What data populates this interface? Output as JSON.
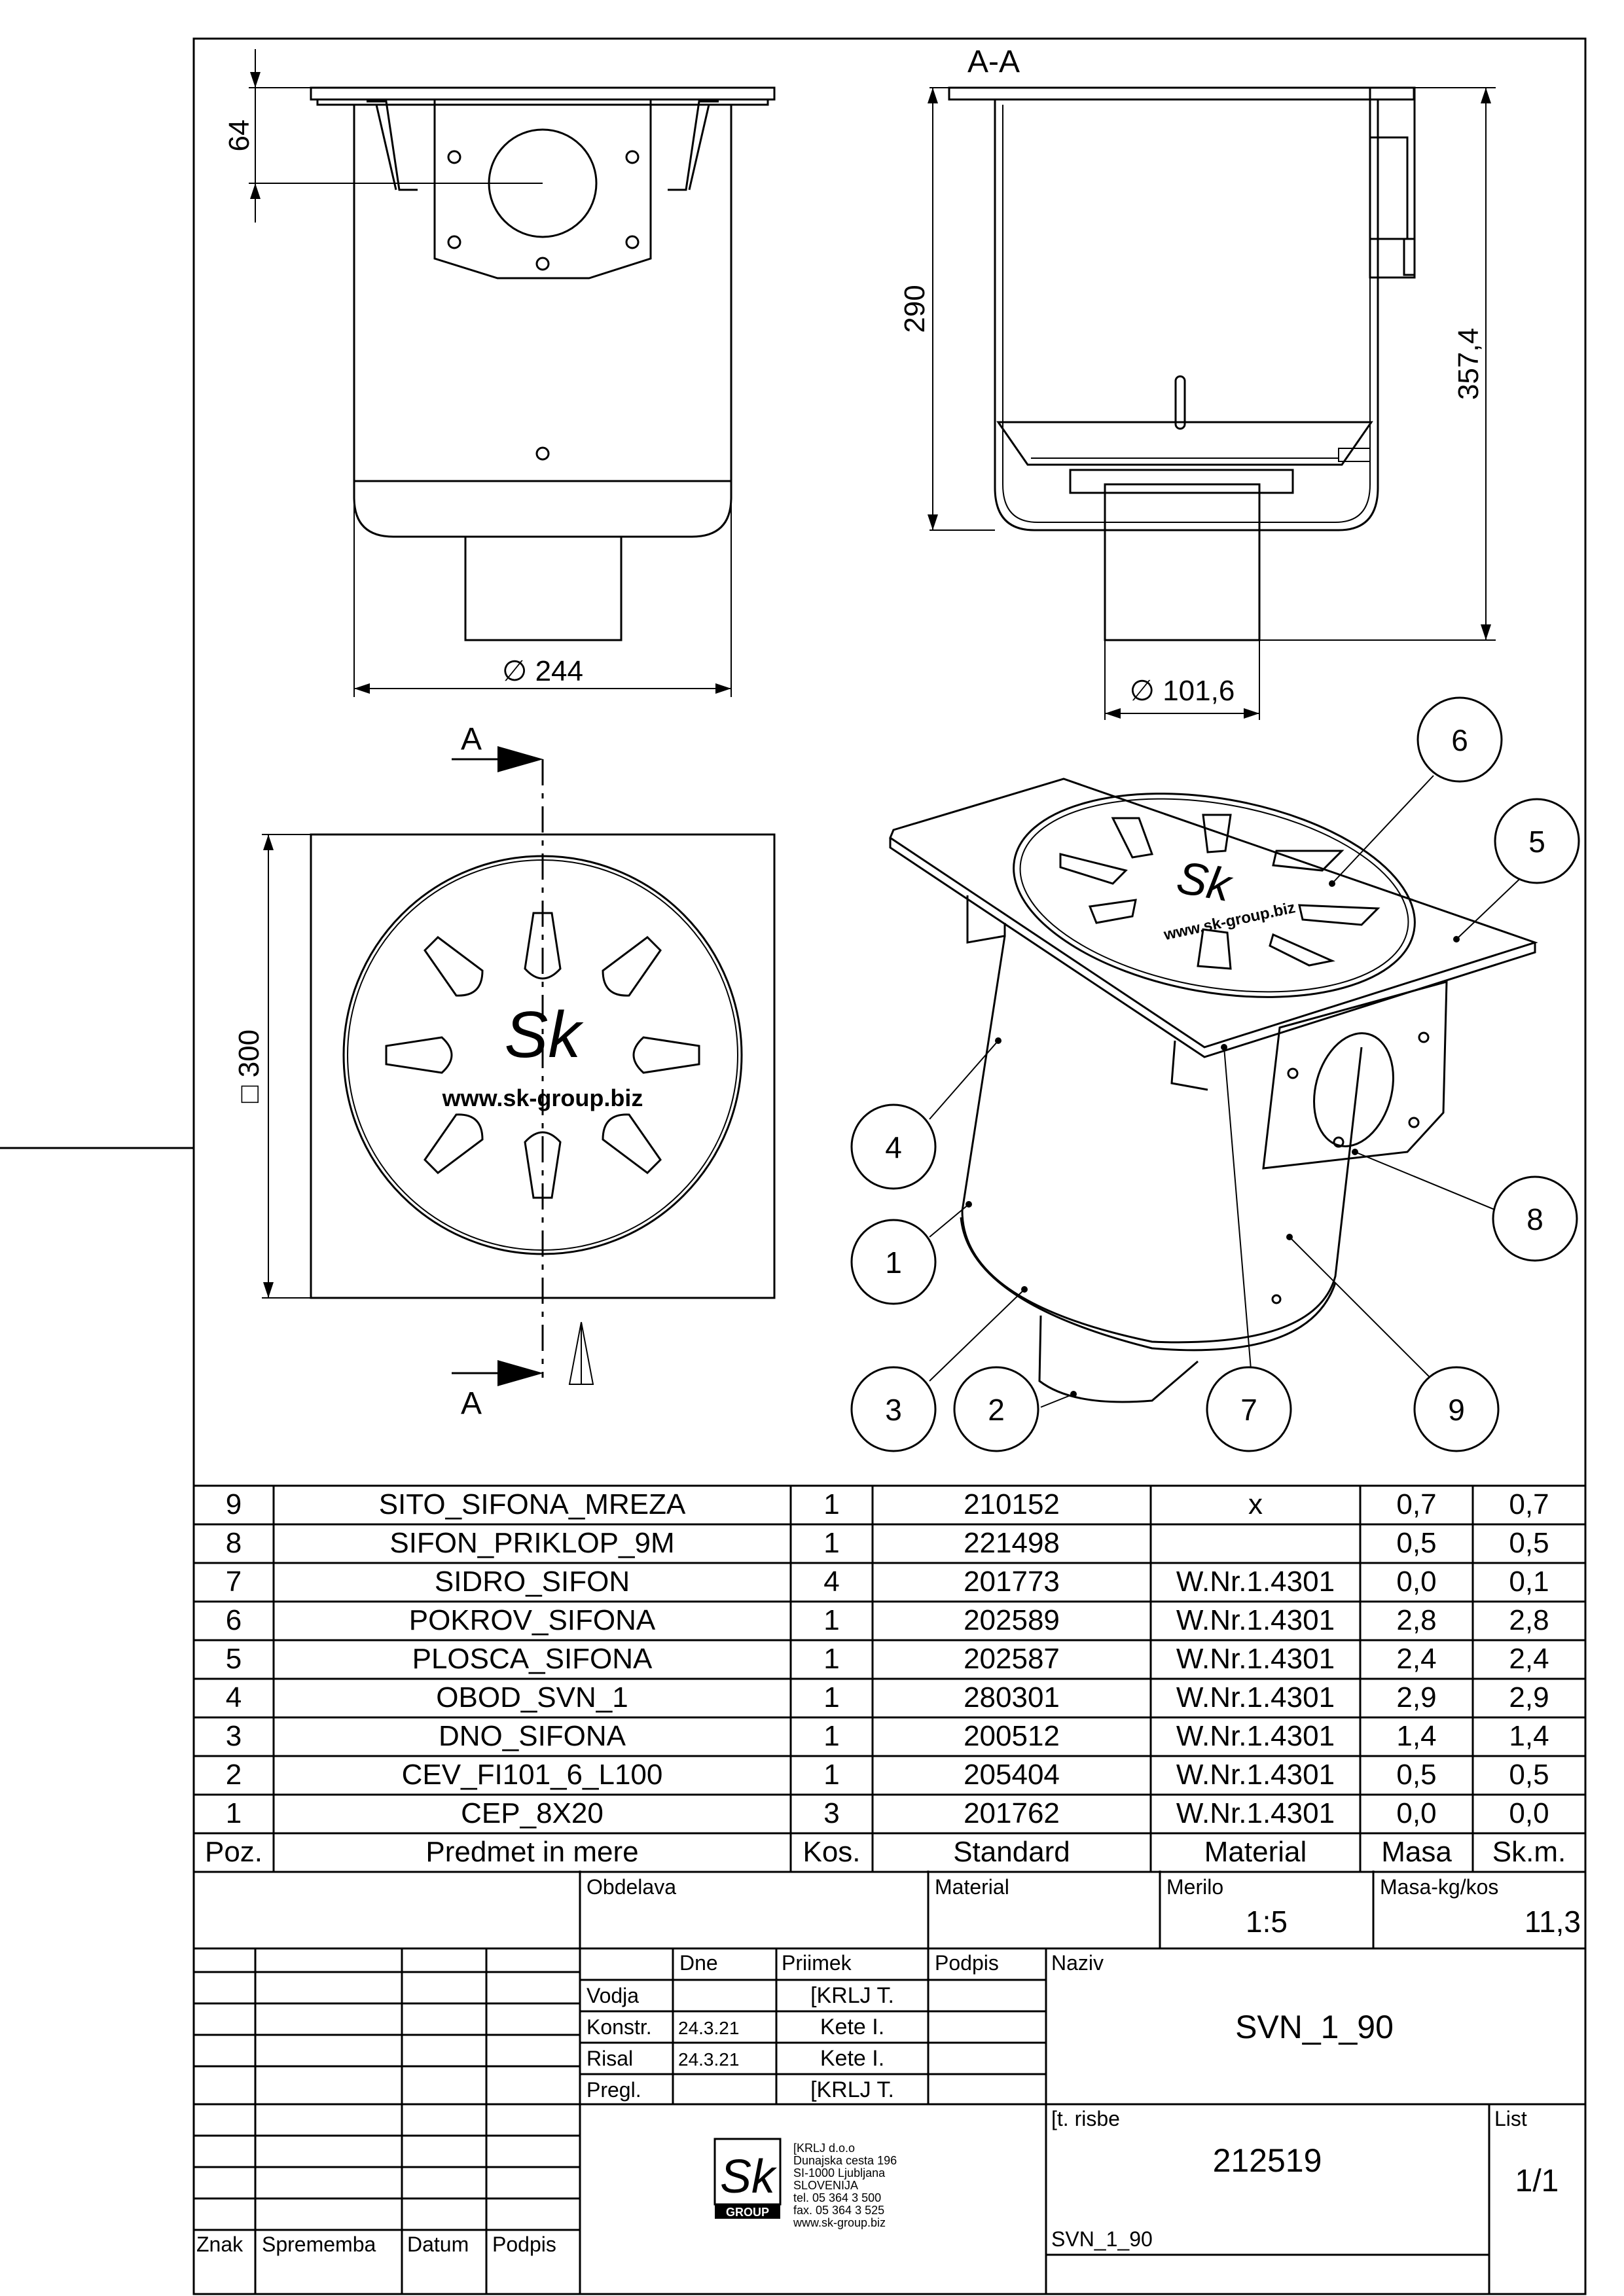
{
  "drawing": {
    "section_label": "A-A",
    "cut_label_top": "A",
    "cut_label_bottom": "A",
    "dimensions": {
      "d64": "64",
      "d244": "∅ 244",
      "d290": "290",
      "d357": "357,4",
      "d101": "∅ 101,6",
      "d300": "□ 300"
    },
    "logo_text": "Sk",
    "grate_url": "www.sk-group.biz",
    "balloons": [
      "1",
      "2",
      "3",
      "4",
      "5",
      "6",
      "7",
      "8",
      "9"
    ]
  },
  "bom": {
    "rows": [
      {
        "poz": "9",
        "name": "SITO_SIFONA_MREZA",
        "kos": "1",
        "standard": "210152",
        "material": "x",
        "masa": "0,7",
        "skm": "0,7"
      },
      {
        "poz": "8",
        "name": "SIFON_PRIKLOP_9M",
        "kos": "1",
        "standard": "221498",
        "material": "",
        "masa": "0,5",
        "skm": "0,5"
      },
      {
        "poz": "7",
        "name": "SIDRO_SIFON",
        "kos": "4",
        "standard": "201773",
        "material": "W.Nr.1.4301",
        "masa": "0,0",
        "skm": "0,1"
      },
      {
        "poz": "6",
        "name": "POKROV_SIFONA",
        "kos": "1",
        "standard": "202589",
        "material": "W.Nr.1.4301",
        "masa": "2,8",
        "skm": "2,8"
      },
      {
        "poz": "5",
        "name": "PLOSCA_SIFONA",
        "kos": "1",
        "standard": "202587",
        "material": "W.Nr.1.4301",
        "masa": "2,4",
        "skm": "2,4"
      },
      {
        "poz": "4",
        "name": "OBOD_SVN_1",
        "kos": "1",
        "standard": "280301",
        "material": "W.Nr.1.4301",
        "masa": "2,9",
        "skm": "2,9"
      },
      {
        "poz": "3",
        "name": "DNO_SIFONA",
        "kos": "1",
        "standard": "200512",
        "material": "W.Nr.1.4301",
        "masa": "1,4",
        "skm": "1,4"
      },
      {
        "poz": "2",
        "name": "CEV_FI101_6_L100",
        "kos": "1",
        "standard": "205404",
        "material": "W.Nr.1.4301",
        "masa": "0,5",
        "skm": "0,5"
      },
      {
        "poz": "1",
        "name": "CEP_8X20",
        "kos": "3",
        "standard": "201762",
        "material": "W.Nr.1.4301",
        "masa": "0,0",
        "skm": "0,0"
      }
    ],
    "headers": {
      "poz": "Poz.",
      "name": "Predmet in mere",
      "kos": "Kos.",
      "standard": "Standard",
      "material": "Material",
      "masa": "Masa",
      "skm": "Sk.m."
    }
  },
  "title_block": {
    "obdelava_label": "Obdelava",
    "material_label": "Material",
    "merilo_label": "Merilo",
    "merilo_value": "1:5",
    "masa_label": "Masa-kg/kos",
    "masa_value": "11,3",
    "dne_label": "Dne",
    "priimek_label": "Priimek",
    "podpis_label": "Podpis",
    "naziv_label": "Naziv",
    "naziv_value": "SVN_1_90",
    "people": [
      {
        "role": "Vodja",
        "date": "",
        "name": "[KRLJ T."
      },
      {
        "role": "Konstr.",
        "date": "24.3.21",
        "name": "Kete I."
      },
      {
        "role": "Risal",
        "date": "24.3.21",
        "name": "Kete I."
      },
      {
        "role": "Pregl.",
        "date": "",
        "name": "[KRLJ T."
      }
    ],
    "rev_headers": {
      "znak": "Znak",
      "sprememba": "Sprememba",
      "datum": "Datum",
      "podpis": "Podpis"
    },
    "company": {
      "logo_text": "Sk",
      "logo_sub": "GROUP",
      "lines": [
        "[KRLJ d.o.o",
        "Dunajska cesta 196",
        "SI-1000 Ljubljana",
        "SLOVENIJA",
        "tel. 05 364 3 500",
        "fax. 05 364 3 525",
        "www.sk-group.biz"
      ]
    },
    "st_risbe_label": "[t. risbe",
    "st_risbe_value": "212519",
    "list_label": "List",
    "list_value": "1/1",
    "footer_name": "SVN_1_90"
  }
}
